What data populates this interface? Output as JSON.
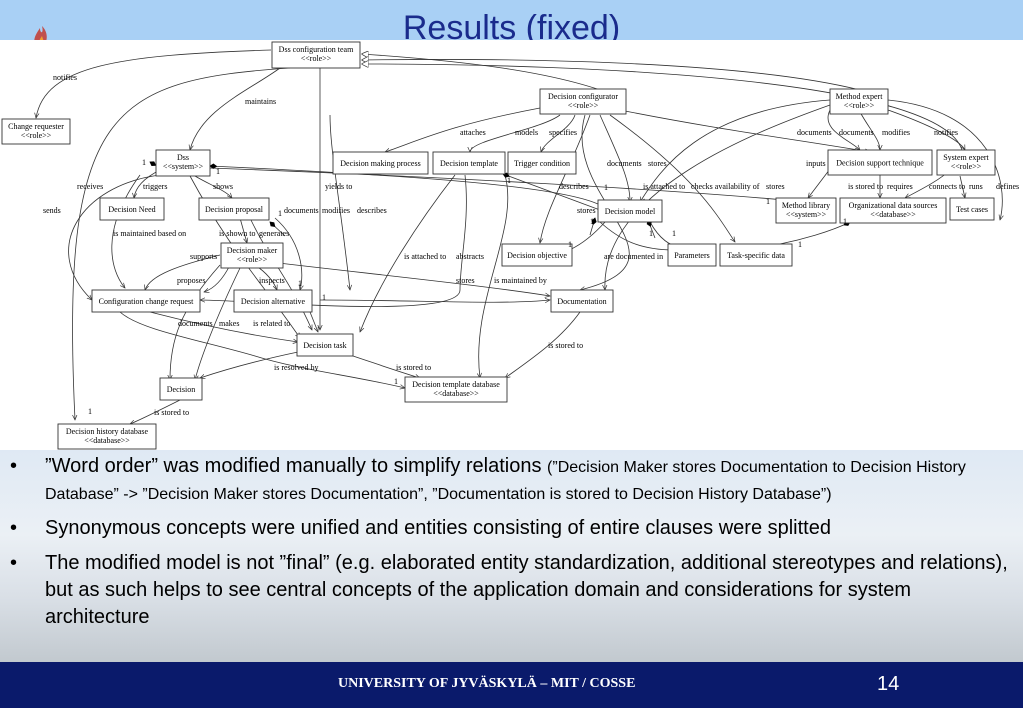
{
  "slide": {
    "title": "Results (fixed)",
    "footer": "UNIVERSITY OF JYVÄSKYLÄ – MIT / COSSE",
    "page_number": "14"
  },
  "diagram": {
    "nodes": {
      "dss_team": [
        "Dss configuration team",
        "<<role>>"
      ],
      "decision_configurator": [
        "Decision configurator",
        "<<role>>"
      ],
      "method_expert": [
        "Method expert",
        "<<role>>"
      ],
      "change_requester": [
        "Change requester",
        "<<role>>"
      ],
      "dss": [
        "Dss",
        "<<system>>"
      ],
      "decision_making_process": [
        "Decision making process"
      ],
      "decision_template": [
        "Decision template"
      ],
      "trigger_condition": [
        "Trigger condition"
      ],
      "decision_support_technique": [
        "Decision support technique"
      ],
      "system_expert": [
        "System expert",
        "<<role>>"
      ],
      "decision_need": [
        "Decision Need"
      ],
      "decision_proposal": [
        "Decision proposal"
      ],
      "decision_model": [
        "Decision model"
      ],
      "method_library": [
        "Method library",
        "<<system>>"
      ],
      "org_data_sources": [
        "Organizational data sources",
        "<<database>>"
      ],
      "test_cases": [
        "Test cases"
      ],
      "decision_maker": [
        "Decision maker",
        "<<role>>"
      ],
      "decision_objective": [
        "Decision objective"
      ],
      "parameters": [
        "Parameters"
      ],
      "task_specific_data": [
        "Task-specific data"
      ],
      "config_change_request": [
        "Configuration change request"
      ],
      "decision_alternative": [
        "Decision alternative"
      ],
      "documentation": [
        "Documentation"
      ],
      "decision_task": [
        "Decision task"
      ],
      "decision": [
        "Decision"
      ],
      "decision_template_db": [
        "Decision template database",
        "<<database>>"
      ],
      "decision_history_db": [
        "Decision history database",
        "<<database>>"
      ]
    },
    "edge_labels": {
      "notifies_1": "notifies",
      "maintains": "maintains",
      "attaches": "attaches",
      "models": "models",
      "specifies": "specifies",
      "documents_1": "documents",
      "documents_2": "documents",
      "modifies_1": "modifies",
      "notifies_2": "notifies",
      "inputs": "inputs",
      "documents_3": "documents",
      "stores_1": "stores",
      "receives": "receives",
      "triggers": "triggers",
      "shows": "shows",
      "yields_to": "yields to",
      "sends": "sends",
      "describes_1": "describes",
      "is_attached_to_1": "is attached to",
      "checks_availability_of": "checks availability of",
      "stores_2": "stores",
      "is_stored_to_1": "is stored to",
      "requires": "requires",
      "connects_to": "connects to",
      "runs": "runs",
      "defines": "defines",
      "documents_4": "documents",
      "modifies_2": "modifies",
      "describes_2": "describes",
      "is_maintained_based_on": "is maintained based on",
      "is_shown_to": "is shown to",
      "generates": "generates",
      "stores_3": "stores",
      "supports": "supports",
      "is_attached_to_2": "is attached to",
      "abstracts": "abstracts",
      "are_documented_in": "are documented in",
      "proposes": "proposes",
      "inspects": "inspects",
      "stores_4": "stores",
      "is_maintained_by": "is maintained by",
      "documents_5": "documents",
      "makes": "makes",
      "is_related_to": "is related to",
      "is_stored_to_2": "is stored to",
      "is_resolved_by": "is resolved by",
      "is_stored_to_3": "is stored to",
      "is_stored_to_4": "is stored to"
    },
    "multiplicities": {
      "one": "1"
    }
  },
  "bullets": [
    {
      "main": "”Word order” was modified manually to simplify relations",
      "note": "(”Decision Maker stores Documentation to Decision History Database” -> ”Decision Maker stores Documentation”, ”Documentation is stored to Decision History Database”)"
    },
    {
      "main": "Synonymous concepts were unified and entities consisting of entire clauses were splitted",
      "note": ""
    },
    {
      "main": "The modified model is not ”final” (e.g. elaborated entity standardization, additional stereotypes and relations), but as such helps to see central concepts of the application domain and considerations for system architecture",
      "note": ""
    }
  ],
  "bullet_glyph": "•",
  "colors": {
    "title": "#1a2b8c",
    "top_band": "#a9d0f5",
    "footer_bg": "#0a1a6b",
    "multiplicity": "#1a2b8c"
  }
}
